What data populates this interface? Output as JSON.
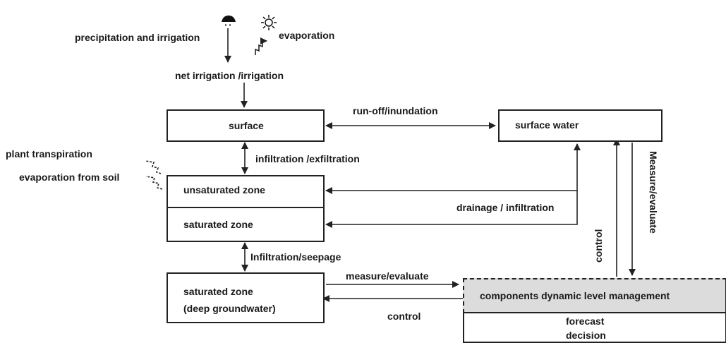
{
  "top": {
    "precipitation": "precipitation and irrigation",
    "evaporation": "evaporation",
    "net_irrigation": "net irrigation /irrigation"
  },
  "boxes": {
    "surface": "surface",
    "surface_water": "surface water",
    "unsaturated_zone": "unsaturated zone",
    "saturated_zone": "saturated zone",
    "deep_line1": "saturated zone",
    "deep_line2": "(deep groundwater)",
    "management": "components dynamic level management",
    "forecast": "forecast",
    "decision": "decision"
  },
  "flows": {
    "runoff": "run-off/inundation",
    "infiltration_exfiltration": "infiltration /exfiltration",
    "plant_transpiration": "plant transpiration",
    "evaporation_soil": "evaporation from soil",
    "drainage": "drainage / infiltration",
    "seepage": "Infiltration/seepage",
    "measure_evaluate": "measure/evaluate",
    "control_bottom": "control",
    "control_vertical": "control",
    "measure_vertical": "Measure/evaluate"
  },
  "icons": [
    "cloud-rain-icon",
    "sun-icon"
  ]
}
